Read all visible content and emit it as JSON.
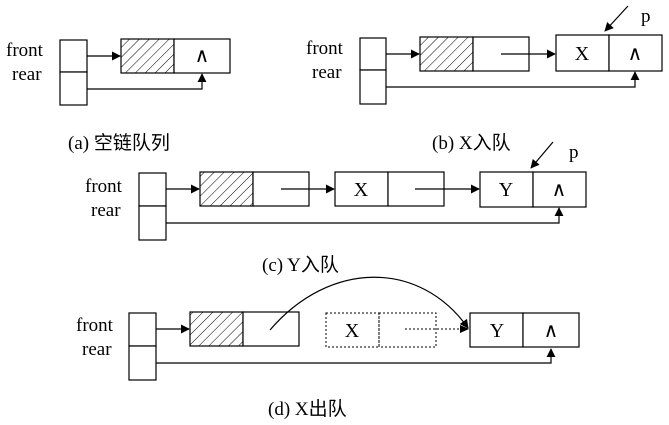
{
  "labels": {
    "front": "front",
    "rear": "rear",
    "caret": "∧",
    "p": "p"
  },
  "nodes": {
    "x": "X",
    "y": "Y"
  },
  "captions": {
    "a": "(a) 空链队列",
    "b": "(b) X入队",
    "c": "(c) Y入队",
    "d": "(d) X出队"
  }
}
